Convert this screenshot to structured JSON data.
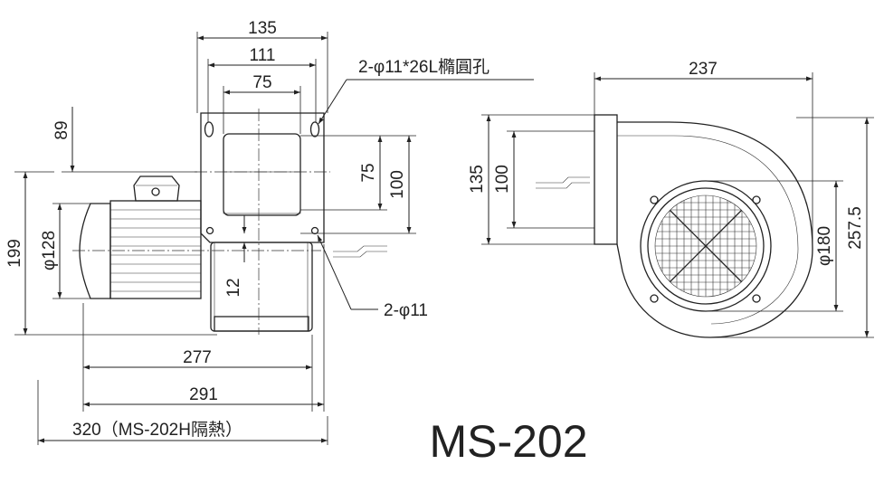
{
  "dimensions": {
    "d135_top": "135",
    "d111": "111",
    "d75_top": "75",
    "d89": "89",
    "d75_side": "75",
    "d100_mid": "100",
    "d199": "199",
    "d128": "φ128",
    "d12": "12",
    "d277": "277",
    "d291": "291",
    "d320": "320（MS-202H隔熱）",
    "d237": "237",
    "d135_right": "135",
    "d100_right": "100",
    "d180": "φ180",
    "d257": "257.5"
  },
  "notes": {
    "slot_holes": "2-φ11*26L橢圓孔",
    "round_holes": "2-φ11"
  },
  "model": "MS-202"
}
